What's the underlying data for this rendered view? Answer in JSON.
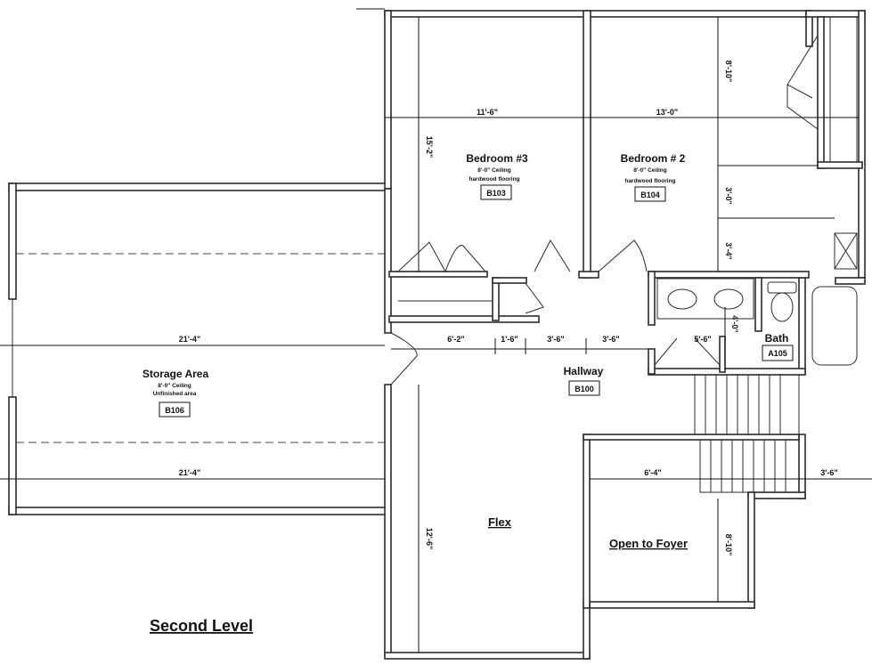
{
  "plan": {
    "title": "Second Level",
    "rooms": {
      "bedroom3": {
        "name": "Bedroom #3",
        "ceiling": "8'-0\" Ceiling",
        "floor": "hardwood flooring",
        "code": "B103"
      },
      "bedroom2": {
        "name": "Bedroom # 2",
        "ceiling": "8'-0\" Ceiling",
        "floor": "hardwood flooring",
        "code": "B104"
      },
      "storage": {
        "name": "Storage Area",
        "ceiling": "8'-0\" Ceiling",
        "floor": "Unfinished area",
        "code": "B106"
      },
      "hallway": {
        "name": "Hallway",
        "code": "B100"
      },
      "bath": {
        "name": "Bath",
        "code": "A105"
      },
      "flex": {
        "name": "Flex"
      },
      "foyer": {
        "name": "Open to Foyer"
      }
    },
    "dimensions": {
      "d_11_6": "11'-6\"",
      "d_13_0": "13'-0\"",
      "d_15_2": "15'-2\"",
      "d_8_10_top": "8'-10\"",
      "d_3_0": "3'-0\"",
      "d_3_4": "3'-4\"",
      "d_21_4_top": "21'-4\"",
      "d_21_4_bot": "21'-4\"",
      "d_6_2": "6'-2\"",
      "d_1_6": "1'-6\"",
      "d_3_6_a": "3'-6\"",
      "d_3_6_b": "3'-6\"",
      "d_5_6": "5'-6\"",
      "d_4_0": "4'-0\"",
      "d_6_4": "6'-4\"",
      "d_3_6_c": "3'-6\"",
      "d_12_6": "12'-6\"",
      "d_8_10_bot": "8'-10\""
    }
  }
}
